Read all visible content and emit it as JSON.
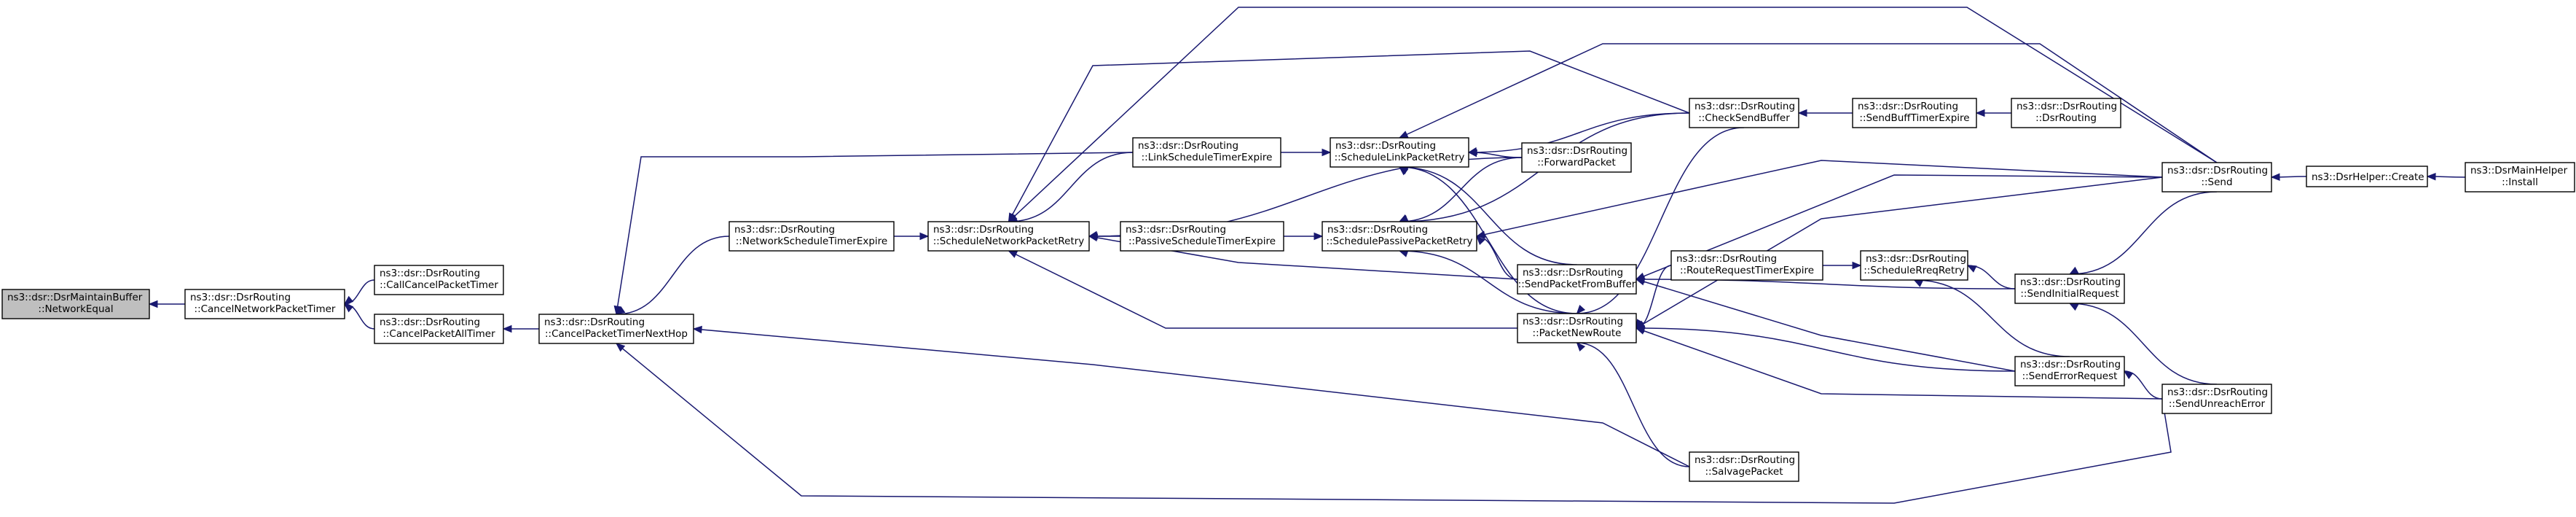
{
  "graph": {
    "edge_color": "#191970",
    "root_fill": "#bfbfbf",
    "nodes": [
      {
        "id": "networkequal",
        "line1": "ns3::dsr::DsrMaintainBuffer",
        "line2": "::NetworkEqual",
        "root": true
      },
      {
        "id": "cancelnetworkpackettimer",
        "line1": "ns3::dsr::DsrRouting",
        "line2": "::CancelNetworkPacketTimer"
      },
      {
        "id": "callcancelpackettimer",
        "line1": "ns3::dsr::DsrRouting",
        "line2": "::CallCancelPacketTimer"
      },
      {
        "id": "cancelpacketalltimer",
        "line1": "ns3::dsr::DsrRouting",
        "line2": "::CancelPacketAllTimer"
      },
      {
        "id": "cancelpackettimernexthop",
        "line1": "ns3::dsr::DsrRouting",
        "line2": "::CancelPacketTimerNextHop"
      },
      {
        "id": "networkscheduletimerexpire",
        "line1": "ns3::dsr::DsrRouting",
        "line2": "::NetworkScheduleTimerExpire"
      },
      {
        "id": "schedulenetworkpacketretry",
        "line1": "ns3::dsr::DsrRouting",
        "line2": "::ScheduleNetworkPacketRetry"
      },
      {
        "id": "linkscheduletimerexpire",
        "line1": "ns3::dsr::DsrRouting",
        "line2": "::LinkScheduleTimerExpire"
      },
      {
        "id": "passivescheduletimerexpire",
        "line1": "ns3::dsr::DsrRouting",
        "line2": "::PassiveScheduleTimerExpire"
      },
      {
        "id": "schedulelinkpacketretry",
        "line1": "ns3::dsr::DsrRouting",
        "line2": "::ScheduleLinkPacketRetry"
      },
      {
        "id": "schedulepassivepacketretry",
        "line1": "ns3::dsr::DsrRouting",
        "line2": "::SchedulePassivePacketRetry"
      },
      {
        "id": "forwardpacket",
        "line1": "ns3::dsr::DsrRouting",
        "line2": "::ForwardPacket"
      },
      {
        "id": "sendpacketfrombuffer",
        "line1": "ns3::dsr::DsrRouting",
        "line2": "::SendPacketFromBuffer"
      },
      {
        "id": "packetnewroute",
        "line1": "ns3::dsr::DsrRouting",
        "line2": "::PacketNewRoute"
      },
      {
        "id": "salvagepacket",
        "line1": "ns3::dsr::DsrRouting",
        "line2": "::SalvagePacket"
      },
      {
        "id": "checksendbuffer",
        "line1": "ns3::dsr::DsrRouting",
        "line2": "::CheckSendBuffer"
      },
      {
        "id": "routerequesttimerexpire",
        "line1": "ns3::dsr::DsrRouting",
        "line2": "::RouteRequestTimerExpire"
      },
      {
        "id": "sendbufftimerexpire",
        "line1": "ns3::dsr::DsrRouting",
        "line2": "::SendBuffTimerExpire"
      },
      {
        "id": "schedulereqretry",
        "line1": "ns3::dsr::DsrRouting",
        "line2": "::ScheduleRreqRetry"
      },
      {
        "id": "dsrrouting",
        "line1": "ns3::dsr::DsrRouting",
        "line2": "::DsrRouting"
      },
      {
        "id": "sendinitialrequest",
        "line1": "ns3::dsr::DsrRouting",
        "line2": "::SendInitialRequest"
      },
      {
        "id": "senderrorrequest",
        "line1": "ns3::dsr::DsrRouting",
        "line2": "::SendErrorRequest"
      },
      {
        "id": "send",
        "line1": "ns3::dsr::DsrRouting",
        "line2": "::Send"
      },
      {
        "id": "sendunreacherror",
        "line1": "ns3::dsr::DsrRouting",
        "line2": "::SendUnreachError"
      },
      {
        "id": "create",
        "line1": "ns3::DsrHelper::Create",
        "line2": ""
      },
      {
        "id": "install",
        "line1": "ns3::DsrMainHelper",
        "line2": "::Install"
      }
    ]
  }
}
